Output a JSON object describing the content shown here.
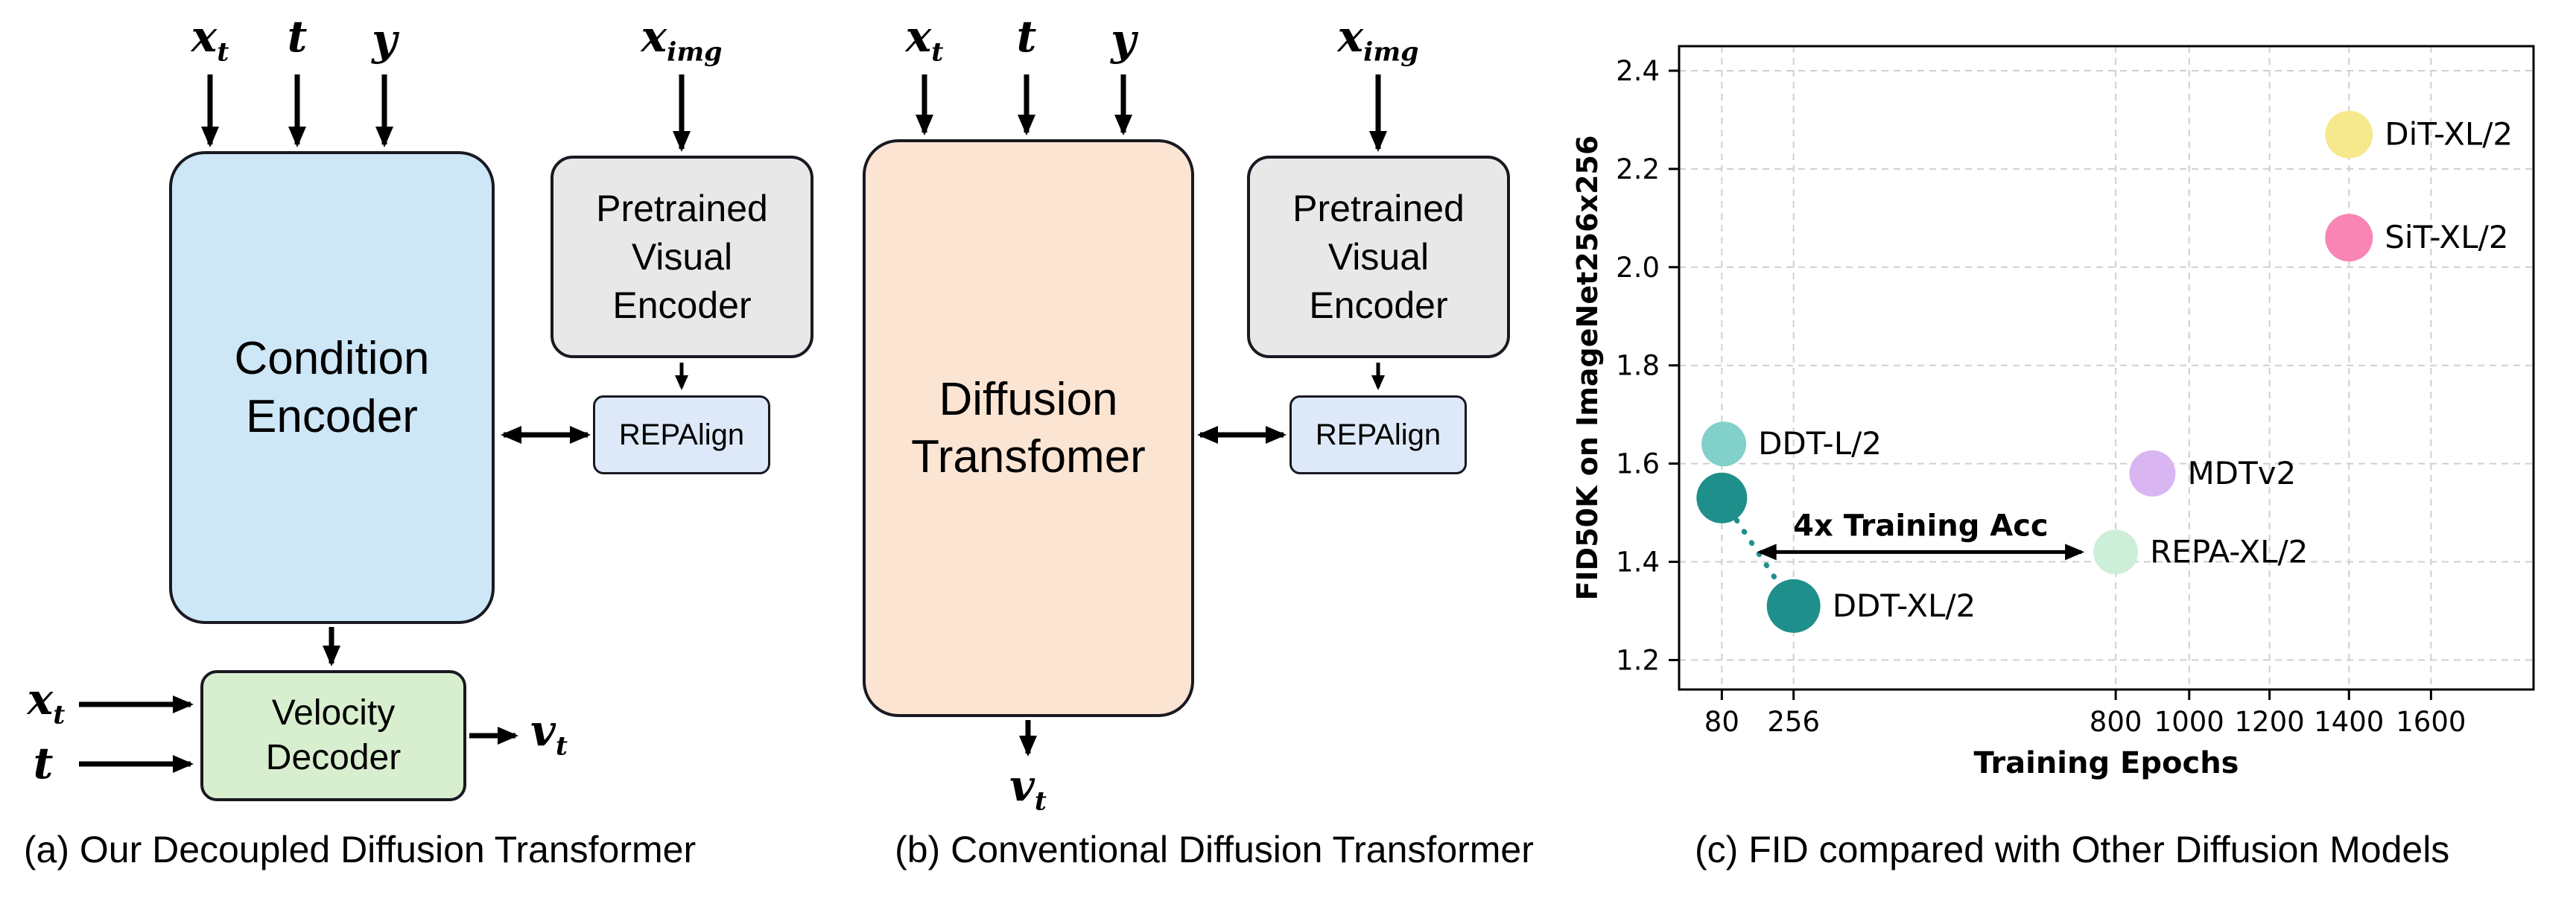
{
  "panel_a": {
    "caption": "(a) Our Decoupled Diffusion Transformer",
    "inputs_top": [
      "x_t",
      "t",
      "y"
    ],
    "input_img": "x_img",
    "condition_encoder_label": "Condition Encoder",
    "pretrained_encoder_label": "Pretrained Visual Encoder",
    "repalign_label": "REPAlign",
    "velocity_decoder_label": "Velocity Decoder",
    "decoder_inputs": [
      "x_t",
      "t"
    ],
    "output_label": "v_t"
  },
  "panel_b": {
    "caption": "(b) Conventional Diffusion Transformer",
    "inputs_top": [
      "x_t",
      "t",
      "y"
    ],
    "input_img": "x_img",
    "diffusion_transformer_label": "Diffusion Transfomer",
    "pretrained_encoder_label": "Pretrained Visual Encoder",
    "repalign_label": "REPAlign",
    "output_label": "v_t"
  },
  "panel_c": {
    "caption": "(c) FID compared with Other Diffusion Models"
  },
  "chart_data": {
    "type": "scatter",
    "title": "",
    "xlabel": "Training Epochs",
    "ylabel": "FID50K on ImageNet256x256",
    "x_ticks": [
      80,
      256,
      800,
      1000,
      1200,
      1400,
      1600
    ],
    "x_tick_fracs": [
      0.05,
      0.134,
      0.511,
      0.597,
      0.691,
      0.784,
      0.88
    ],
    "y_ticks": [
      1.2,
      1.4,
      1.6,
      1.8,
      2.0,
      2.2,
      2.4
    ],
    "ylim": [
      1.14,
      2.45
    ],
    "grid": "dashed",
    "points": [
      {
        "label": "DDT-L/2",
        "epochs": 85,
        "fid": 1.64,
        "color": "#82d0ca",
        "r": 30
      },
      {
        "label": "",
        "epochs": 80,
        "fid": 1.53,
        "color": "#1f8f8b",
        "r": 34
      },
      {
        "label": "DDT-XL/2",
        "epochs": 256,
        "fid": 1.31,
        "color": "#1f8f8b",
        "r": 36
      },
      {
        "label": "REPA-XL/2",
        "epochs": 800,
        "fid": 1.42,
        "color": "#cdeed8",
        "r": 30
      },
      {
        "label": "MDTv2",
        "epochs": 900,
        "fid": 1.58,
        "color": "#d9b6f2",
        "r": 31
      },
      {
        "label": "DiT-XL/2",
        "epochs": 1400,
        "fid": 2.27,
        "color": "#f6e88d",
        "r": 32
      },
      {
        "label": "SiT-XL/2",
        "epochs": 1400,
        "fid": 2.06,
        "color": "#f885b4",
        "r": 32
      }
    ],
    "trajectory": {
      "from_epochs": 80,
      "from_fid": 1.53,
      "to_epochs": 256,
      "to_fid": 1.31,
      "color": "#1f8f8b"
    },
    "annotation": {
      "text": "4x Training Acc",
      "fid": 1.42,
      "from_epochs": 256,
      "to_epochs": 800,
      "color": "#128c86"
    }
  }
}
